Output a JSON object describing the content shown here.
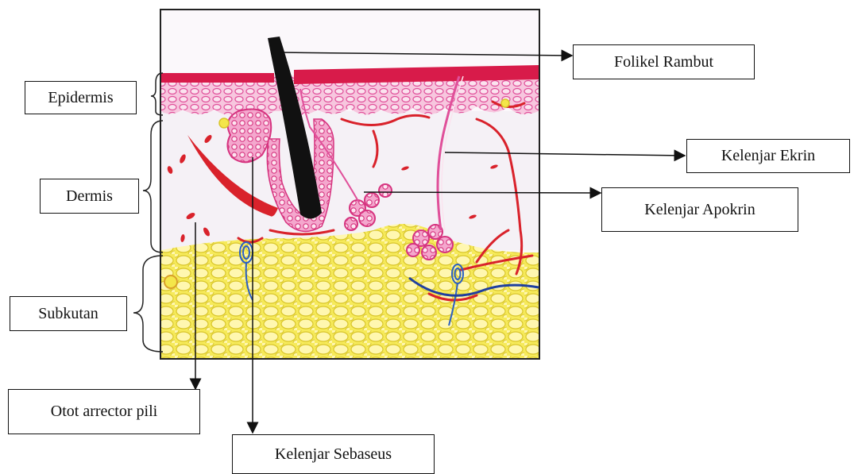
{
  "diagram": {
    "layers": {
      "epidermis": "Epidermis",
      "dermis": "Dermis",
      "subkutan": "Subkutan"
    },
    "structures": {
      "folikel_rambut": "Folikel  Rambut",
      "kelenjar_ekrin": "Kelenjar Ekrin",
      "kelenjar_apokrin": "Kelenjar Apokrin",
      "otot_arrector_pili": "Otot arrector pili",
      "kelenjar_sebaseus": "Kelenjar Sebaseus"
    },
    "colors": {
      "epidermis_pink": "#e0509a",
      "stratum_corneum": "#d81b4a",
      "vessel_red": "#d9222b",
      "fat_yellow": "#f4e64a",
      "fat_outline": "#d9c52a",
      "hair_black": "#111111",
      "nerve_blue": "#2a5fc4"
    }
  }
}
